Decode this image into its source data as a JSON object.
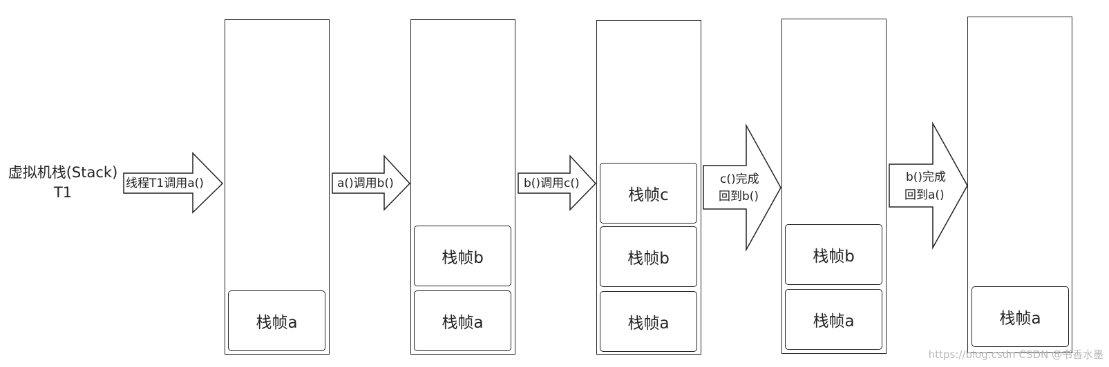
{
  "title": {
    "line1": "虚拟机栈(Stack)",
    "line2": "T1"
  },
  "arrows": [
    {
      "lines": [
        "线程T1调用a()"
      ]
    },
    {
      "lines": [
        "a()调用b()"
      ]
    },
    {
      "lines": [
        "b()调用c()"
      ]
    },
    {
      "lines": [
        "c()完成",
        "回到b()"
      ]
    },
    {
      "lines": [
        "b()完成",
        "回到a()"
      ]
    }
  ],
  "stacks": [
    {
      "frames": [
        "栈帧a"
      ]
    },
    {
      "frames": [
        "栈帧b",
        "栈帧a"
      ]
    },
    {
      "frames": [
        "栈帧c",
        "栈帧b",
        "栈帧a"
      ]
    },
    {
      "frames": [
        "栈帧b",
        "栈帧a"
      ]
    },
    {
      "frames": [
        "栈帧a"
      ]
    }
  ],
  "watermark": "https://blog.csdn CSDN @书香水墨"
}
